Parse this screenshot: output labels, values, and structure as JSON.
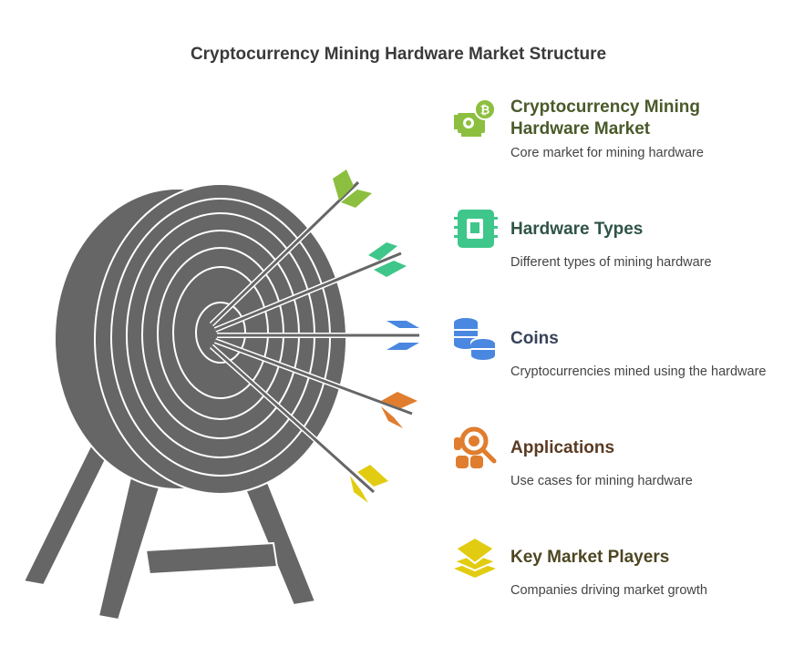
{
  "title": "Cryptocurrency Mining Hardware Market Structure",
  "items": [
    {
      "heading_line1": "Cryptocurrency Mining",
      "heading_line2": "Hardware Market",
      "description": "Core market for mining hardware",
      "icon": "mining-gpu-icon",
      "color": "#8cbf3f",
      "heading_color": "#4a5a2a"
    },
    {
      "heading_line1": "Hardware Types",
      "description": "Different types of mining hardware",
      "icon": "chip-icon",
      "color": "#3fc68a",
      "heading_color": "#2f5446"
    },
    {
      "heading_line1": "Coins",
      "description": "Cryptocurrencies mined using the hardware",
      "icon": "coins-icon",
      "color": "#4a87e0",
      "heading_color": "#37435a"
    },
    {
      "heading_line1": "Applications",
      "description": "Use cases for mining hardware",
      "icon": "search-applications-icon",
      "color": "#e07d2e",
      "heading_color": "#5a3a22"
    },
    {
      "heading_line1": "Key Market Players",
      "description": "Companies driving market growth",
      "icon": "layers-icon",
      "color": "#e2cc12",
      "heading_color": "#4d4622"
    }
  ],
  "colors": {
    "target": "#666666",
    "rings": "#ffffff"
  }
}
